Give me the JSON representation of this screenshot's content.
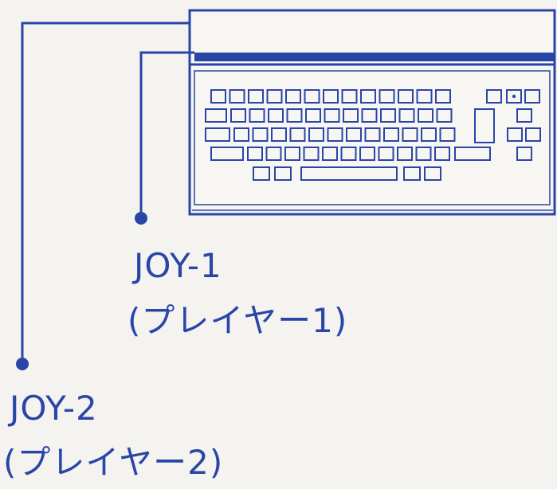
{
  "colors": {
    "ink": "#2a45a8",
    "paper": "#f4f3ef"
  },
  "ports": [
    {
      "port": "JOY-1",
      "player": "(プレイヤー1)"
    },
    {
      "port": "JOY-2",
      "player": "(プレイヤー2)"
    }
  ]
}
